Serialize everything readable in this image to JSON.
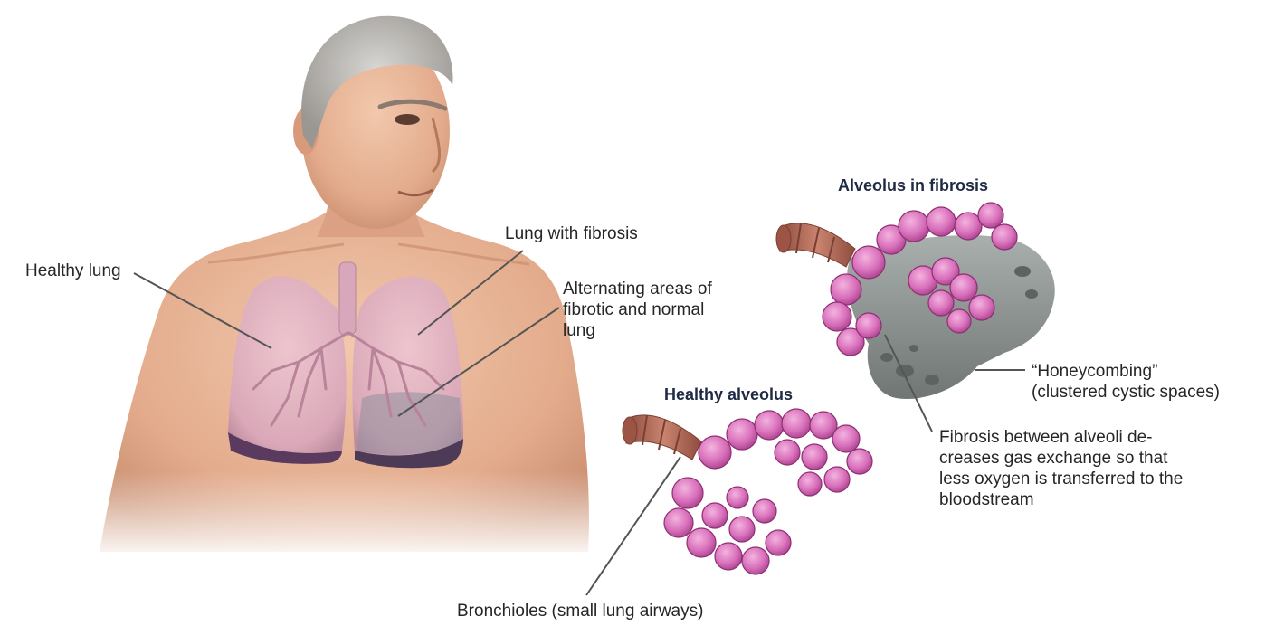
{
  "labels": {
    "healthy_lung": "Healthy lung",
    "lung_with_fibrosis": "Lung with fibrosis",
    "alternating_areas": [
      "Alternating  areas of",
      "fibrotic and normal",
      "lung"
    ],
    "honeycombing": [
      "“Honeycombing”",
      "(clustered cystic spaces)"
    ],
    "fibrosis_between": [
      "Fibrosis between alveoli de-",
      "creases gas exchange so that",
      "less oxygen is transferred to the",
      "bloodstream"
    ],
    "bronchioles": "Bronchioles (small lung airways)"
  },
  "titles": {
    "alveolus_fibrosis": "Alveolus in fibrosis",
    "healthy_alveolus": "Healthy alveolus"
  },
  "colors": {
    "skin": "#e9b79a",
    "skin_shadow": "#c98e6f",
    "hair": "#b9b6b2",
    "lung_pink": "#d9a7bb",
    "alveolus_pink": "#cf5fae",
    "alveolus_light": "#e89ad0",
    "fibrosis_gray": "#8f9694",
    "airway_brown": "#b46a55",
    "title_navy": "#1f2a44",
    "leader_gray": "#555555"
  }
}
